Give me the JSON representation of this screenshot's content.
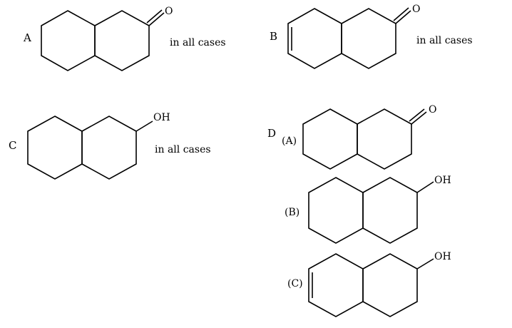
{
  "options": [
    {
      "letter": "A",
      "note": "in all cases",
      "group": "=O"
    },
    {
      "letter": "B",
      "note": "in all cases",
      "group": "=O"
    },
    {
      "letter": "C",
      "note": "in all cases",
      "group": "OH"
    },
    {
      "letter": "D",
      "items": [
        {
          "label": "(A)",
          "group": "=O"
        },
        {
          "label": "(B)",
          "group": "OH"
        },
        {
          "label": "(C)",
          "group": "OH"
        }
      ]
    }
  ]
}
